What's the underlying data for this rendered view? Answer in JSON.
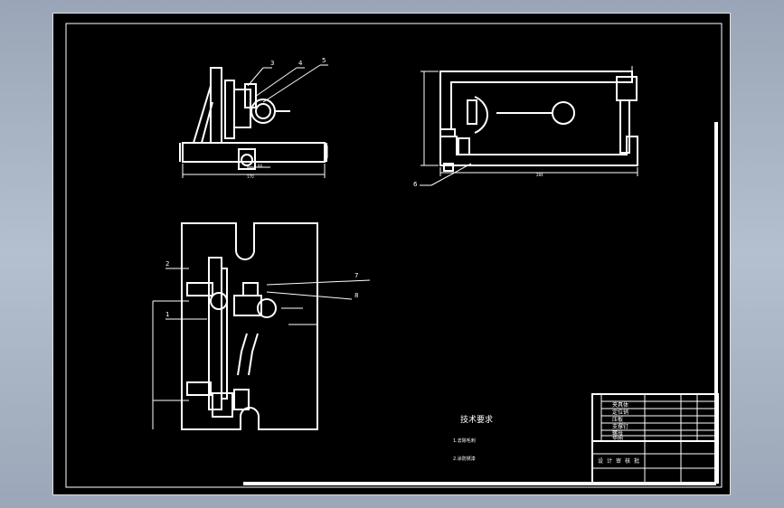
{
  "colors": {
    "background": "#000000",
    "line": "#ffffff",
    "window": "#a5b1c2"
  },
  "balloons": {
    "front": [
      "3",
      "4",
      "5"
    ],
    "top_right": [
      "6"
    ],
    "plan": [
      "2",
      "1",
      "7",
      "8"
    ]
  },
  "dimensions": {
    "front_width": "170",
    "front_offset": "60",
    "right_width": "284"
  },
  "tech_requirements": {
    "title": "技术要求",
    "items": [
      "1.去除毛刺",
      "2.涂防锈漆"
    ]
  },
  "title_block": {
    "rows": [
      "夹具体",
      "定位销",
      "压板",
      "支撑钉",
      "螺母",
      "垫圈"
    ],
    "footer": [
      "设",
      "计",
      "审",
      "核",
      "批"
    ]
  }
}
